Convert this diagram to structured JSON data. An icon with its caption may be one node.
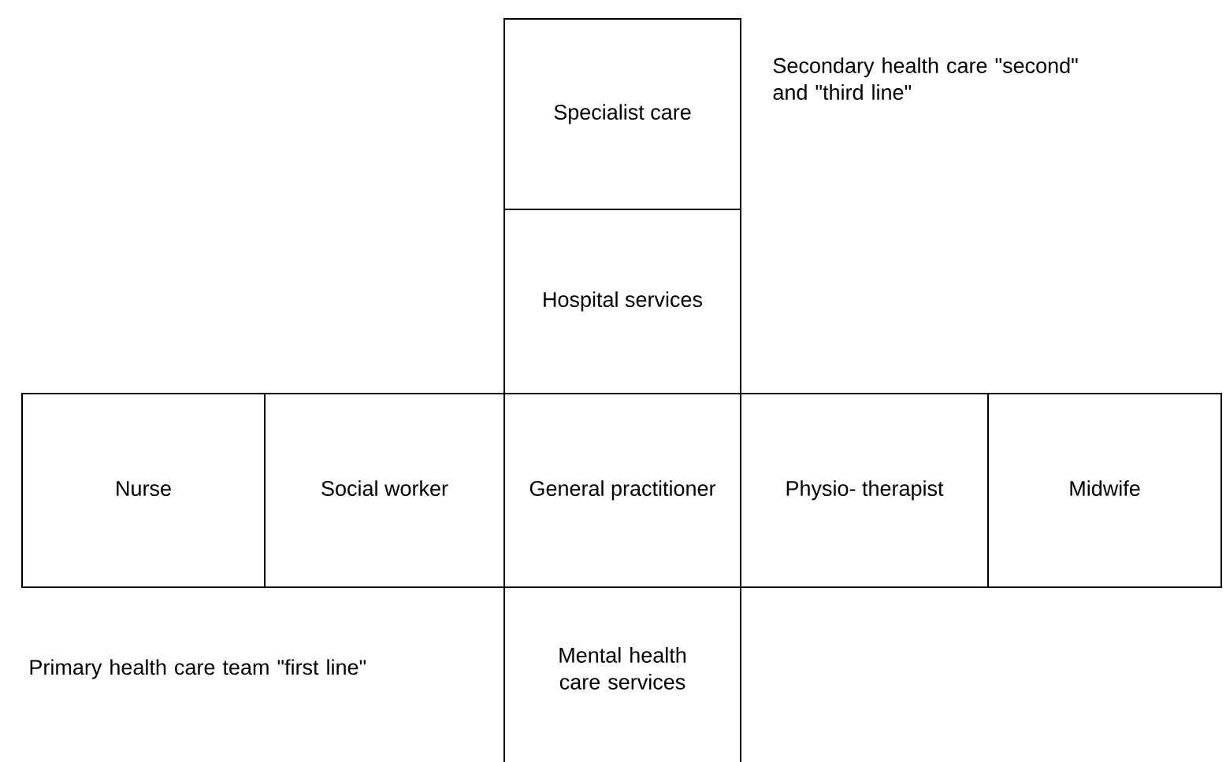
{
  "diagram": {
    "nodes": [
      {
        "text": [
          "Specialist care"
        ]
      },
      {
        "text": [
          "Hospital services"
        ]
      },
      {
        "text": [
          "Nurse"
        ]
      },
      {
        "text": [
          "Social worker"
        ]
      },
      {
        "text": [
          "General practitioner"
        ]
      },
      {
        "text": [
          "Physio- therapist"
        ]
      },
      {
        "text": [
          "Midwife"
        ]
      },
      {
        "text": [
          "Mental health care services"
        ]
      }
    ],
    "labels": [
      "Secondary health care \"second\" and \"third line\"",
      "Primary health care team \"first line\""
    ]
  }
}
